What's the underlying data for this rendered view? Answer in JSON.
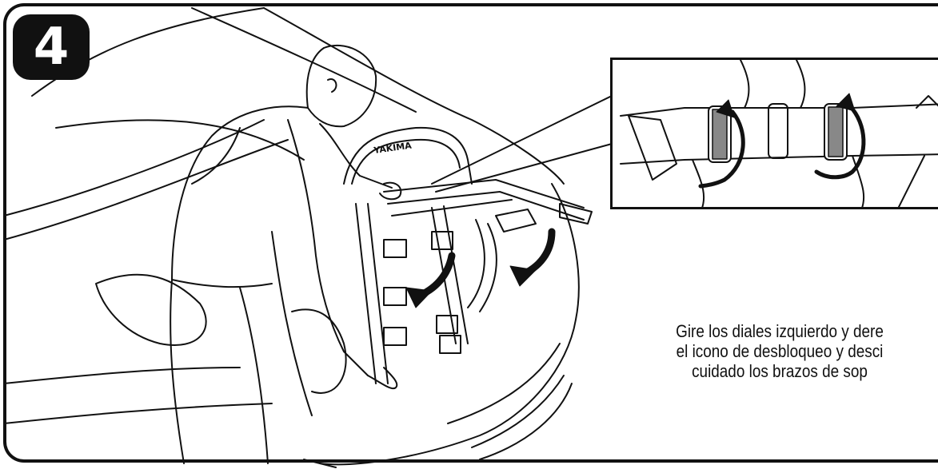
{
  "step": {
    "number": "4"
  },
  "caption": {
    "lines": [
      "Gire los diales izquierdo y dere",
      "el icono de desbloqueo y desci",
      "cuidado los brazos de sop"
    ]
  },
  "rack_brand": "YAKIMA",
  "icons": [
    "rotate-arrow-icon",
    "fold-down-arrow-icon"
  ],
  "colors": {
    "ink": "#111111",
    "background": "#ffffff"
  }
}
